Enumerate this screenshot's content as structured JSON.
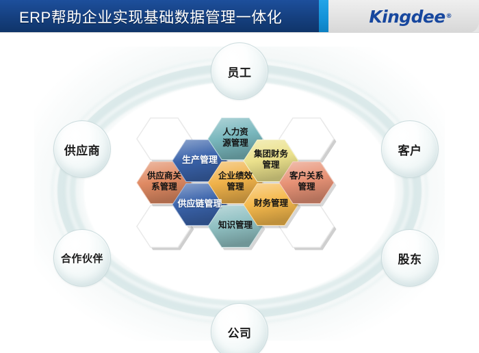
{
  "header": {
    "title": "ERP帮助企业实现基础数据管理一体化",
    "brand": "Kingdee",
    "brand_tm": "®",
    "title_bg": "#164182",
    "accent_bar": "#1390d6",
    "brand_color": "#17479e"
  },
  "diagram": {
    "outer_nodes": [
      {
        "label": "员工",
        "position": "top"
      },
      {
        "label": "客户",
        "position": "right-top"
      },
      {
        "label": "股东",
        "position": "right-bottom"
      },
      {
        "label": "公司",
        "position": "bottom"
      },
      {
        "label": "合作伙伴",
        "position": "left-bottom"
      },
      {
        "label": "供应商",
        "position": "left-top"
      }
    ],
    "hexagons": [
      {
        "label": "",
        "color": "#ffffff",
        "filled": false,
        "text_style": "dark"
      },
      {
        "label": "",
        "color": "#ffffff",
        "filled": false,
        "text_style": "dark"
      },
      {
        "label": "",
        "color": "#ffffff",
        "filled": false,
        "text_style": "dark"
      },
      {
        "label": "",
        "color": "#ffffff",
        "filled": false,
        "text_style": "dark"
      },
      {
        "label": "供应商关\n系管理",
        "color": "#e08a63",
        "filled": true,
        "text_style": "dark"
      },
      {
        "label": "生产管理",
        "color": "#3a63ab",
        "filled": true,
        "text_style": "light"
      },
      {
        "label": "供应链管理",
        "color": "#3a63ab",
        "filled": true,
        "text_style": "light"
      },
      {
        "label": "人力资\n源管理",
        "color": "#79b7bd",
        "filled": true,
        "text_style": "dark"
      },
      {
        "label": "企业绩效\n管理",
        "color": "#f0b24a",
        "filled": true,
        "text_style": "dark"
      },
      {
        "label": "知识管理",
        "color": "#8fc0c2",
        "filled": true,
        "text_style": "dark"
      },
      {
        "label": "集团财务\n管理",
        "color": "#ebe18c",
        "filled": true,
        "text_style": "dark"
      },
      {
        "label": "财务管理",
        "color": "#f5b94c",
        "filled": true,
        "text_style": "dark"
      },
      {
        "label": "客户关系\n管理",
        "color": "#e79276",
        "filled": true,
        "text_style": "dark"
      }
    ]
  }
}
